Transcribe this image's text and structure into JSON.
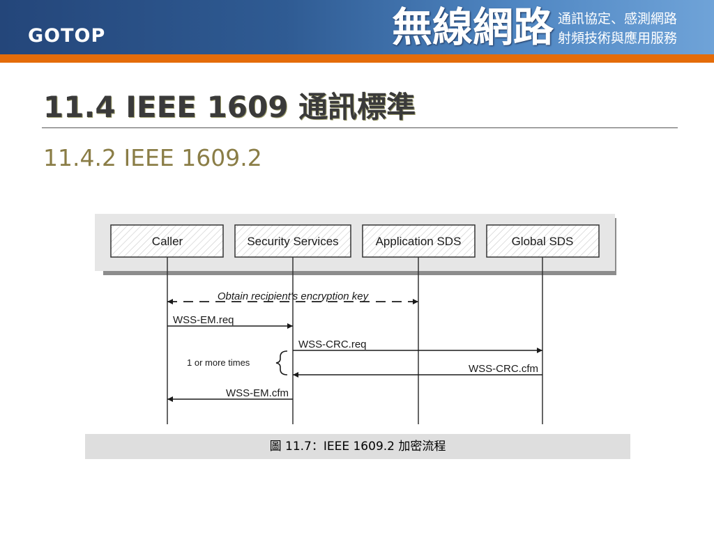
{
  "header": {
    "logo": "GOTOP",
    "book_title": "無線網路",
    "book_subtitle_line1": "通訊協定、感測網路",
    "book_subtitle_line2": "射頻技術與應用服務"
  },
  "slide": {
    "title": "11.4  IEEE 1609 通訊標準",
    "subtitle": "11.4.2  IEEE 1609.2"
  },
  "diagram": {
    "participants": [
      {
        "id": "caller",
        "label": "Caller"
      },
      {
        "id": "security",
        "label": "Security Services"
      },
      {
        "id": "appsds",
        "label": "Application SDS"
      },
      {
        "id": "globalsds",
        "label": "Global SDS"
      }
    ],
    "messages": [
      {
        "label": "Obtain recipient's encryption key",
        "from": "caller",
        "to": "appsds",
        "style": "dashed-bidirectional"
      },
      {
        "label": "WSS-EM.req",
        "from": "caller",
        "to": "security",
        "style": "solid"
      },
      {
        "label": "WSS-CRC.req",
        "from": "security",
        "to": "globalsds",
        "style": "solid"
      },
      {
        "label": "WSS-CRC.cfm",
        "from": "globalsds",
        "to": "security",
        "style": "solid"
      },
      {
        "label": "WSS-EM.cfm",
        "from": "security",
        "to": "caller",
        "style": "solid"
      }
    ],
    "loop_note": "1 or more times",
    "caption": "圖 11.7：IEEE 1609.2 加密流程"
  }
}
